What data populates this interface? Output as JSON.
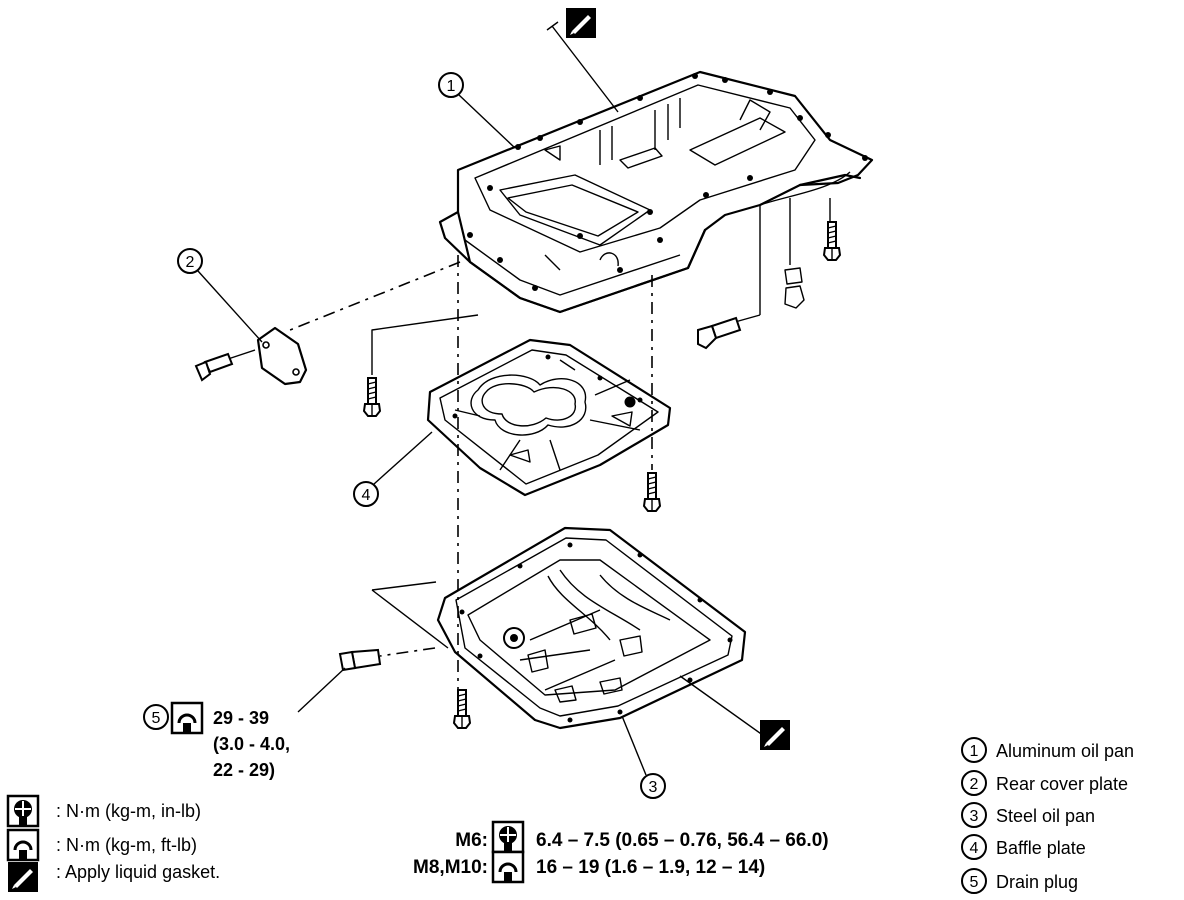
{
  "callouts": {
    "c1": "1",
    "c2": "2",
    "c3": "3",
    "c4": "4",
    "c5": "5"
  },
  "drain_torque": {
    "line1": "29 - 39",
    "line2": "(3.0 - 4.0,",
    "line3": "22 - 29)"
  },
  "parts_list": [
    {
      "num": "1",
      "label": "Aluminum oil pan"
    },
    {
      "num": "2",
      "label": "Rear cover plate"
    },
    {
      "num": "3",
      "label": "Steel oil pan"
    },
    {
      "num": "4",
      "label": "Baffle plate"
    },
    {
      "num": "5",
      "label": "Drain plug"
    }
  ],
  "legend": {
    "in_lb": ": N·m (kg-m, in-lb)",
    "ft_lb": ": N·m (kg-m, ft-lb)",
    "gasket": ": Apply liquid gasket."
  },
  "specs": {
    "m6_label": "M6:",
    "m6_value": "6.4 – 7.5 (0.65 – 0.76, 56.4 – 66.0)",
    "m8_label": "M8,M10:",
    "m8_value": "16 – 19 (1.6 – 1.9, 12 – 14)"
  },
  "icons": {
    "torque_in_lb": "torque-in-lb-icon",
    "torque_ft_lb": "torque-ft-lb-icon",
    "liquid_gasket": "liquid-gasket-icon"
  }
}
